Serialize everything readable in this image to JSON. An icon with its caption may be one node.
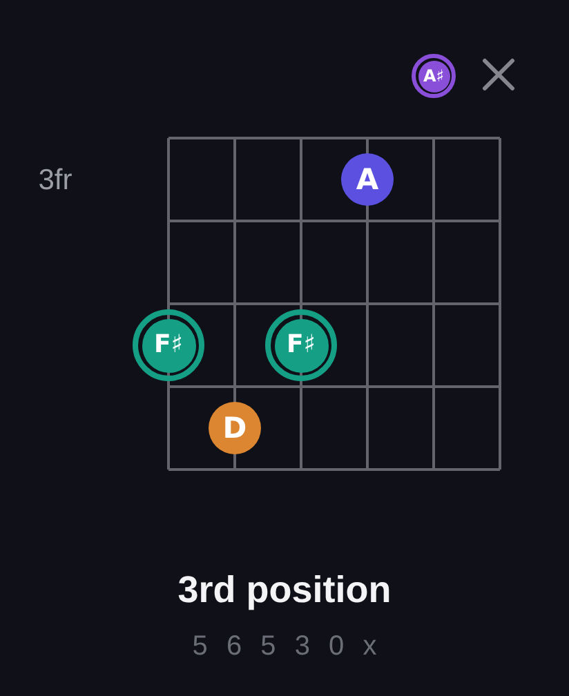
{
  "diagram": {
    "title": "3rd position",
    "nodes": [
      {
        "text": [
          "A♯"
        ]
      },
      {
        "text": [
          "A"
        ]
      },
      {
        "text": [
          "F♯"
        ]
      },
      {
        "text": [
          "F♯"
        ]
      },
      {
        "text": [
          "D"
        ]
      }
    ],
    "labels": [
      "3fr",
      "5 6 5 3 0 x"
    ]
  }
}
